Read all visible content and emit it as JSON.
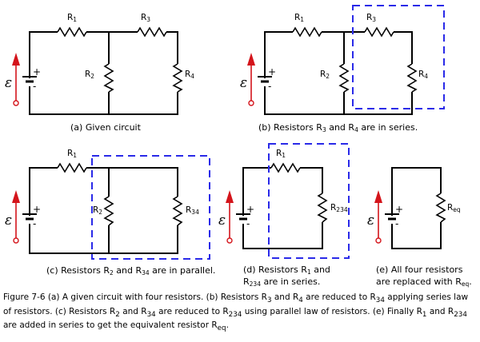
{
  "source_symbol": "ε",
  "plus_sign": "+",
  "minus_sign": "-",
  "resistors": {
    "r1": {
      "base": "R",
      "sub": "1"
    },
    "r2": {
      "base": "R",
      "sub": "2"
    },
    "r3": {
      "base": "R",
      "sub": "3"
    },
    "r4": {
      "base": "R",
      "sub": "4"
    },
    "r34": {
      "base": "R",
      "sub": "34"
    },
    "r234": {
      "base": "R",
      "sub": "234"
    },
    "req": {
      "base": "R",
      "sub": "eq"
    }
  },
  "panels": {
    "a": {
      "caption": "(a) Given circuit"
    },
    "b": {
      "caption_pre": "(b) Resistors R",
      "caption_s1": "3",
      "caption_mid": " and R",
      "caption_s2": "4",
      "caption_post": " are in series."
    },
    "c": {
      "caption_pre": "(c) Resistors R",
      "caption_s1": "2",
      "caption_mid": " and R",
      "caption_s2": "34",
      "caption_post": " are in parallel."
    },
    "d": {
      "line1_pre": "(d) Resistors R",
      "line1_s1": "1",
      "line1_post": " and",
      "line2_pre": "R",
      "line2_s2": "234",
      "line2_post": " are in series."
    },
    "e": {
      "line1": "(e) All four resistors",
      "line2_pre": "are replaced with R",
      "line2_sub": "eq",
      "line2_post": "."
    }
  },
  "caption": {
    "t1": "Figure 7-6 (a) A given circuit with four resistors. (b) Resistors R",
    "s1": "3",
    "t2": " and R",
    "s2": "4",
    "t3": " are reduced to R",
    "s3": "34",
    "t4": " applying series law of resistors. (c) Resistors R",
    "s4": "2",
    "t5": " and R",
    "s5": "34",
    "t6": " are reduced to R",
    "s6": "234",
    "t7": " using parallel law of resistors. (e) Finally R",
    "s7": "1",
    "t8": " and R",
    "s8": "234",
    "t9": " are added in series to get the equivalent resistor R",
    "s9": "eq",
    "t10": "."
  },
  "colors": {
    "wire": "#000000",
    "dashed_box": "#2a2ae8",
    "source_arrow": "#d4141b"
  }
}
